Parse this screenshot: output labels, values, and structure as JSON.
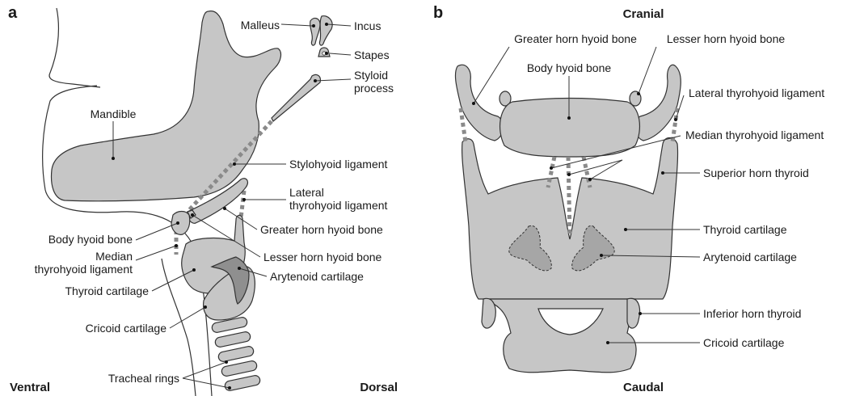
{
  "panel_a": {
    "letter": "a",
    "labels": {
      "malleus": "Malleus",
      "incus": "Incus",
      "stapes": "Stapes",
      "styloid_1": "Styloid",
      "styloid_2": "process",
      "mandible": "Mandible",
      "stylohyoid": "Stylohyoid ligament",
      "lateral_1": "Lateral",
      "lateral_2": "thyrohyoid ligament",
      "greater_horn": "Greater horn hyoid bone",
      "lesser_horn": "Lesser horn hyoid bone",
      "body_hyoid": "Body hyoid bone",
      "median_1": "Median",
      "median_2": "thyrohyoid ligament",
      "arytenoid": "Arytenoid cartilage",
      "thyroid": "Thyroid cartilage",
      "cricoid": "Cricoid cartilage",
      "tracheal": "Tracheal rings"
    },
    "orientation": {
      "left": "Ventral",
      "right": "Dorsal"
    }
  },
  "panel_b": {
    "letter": "b",
    "labels": {
      "greater_horn": "Greater horn hyoid bone",
      "lesser_horn": "Lesser horn hyoid bone",
      "body_hyoid": "Body hyoid bone",
      "lateral": "Lateral thyrohyoid ligament",
      "median": "Median thyrohyoid ligament",
      "superior_horn": "Superior horn thyroid",
      "thyroid": "Thyroid cartilage",
      "arytenoid": "Arytenoid cartilage",
      "inferior_horn": "Inferior horn thyroid",
      "cricoid": "Cricoid cartilage"
    },
    "orientation": {
      "top": "Cranial",
      "bottom": "Caudal"
    }
  }
}
